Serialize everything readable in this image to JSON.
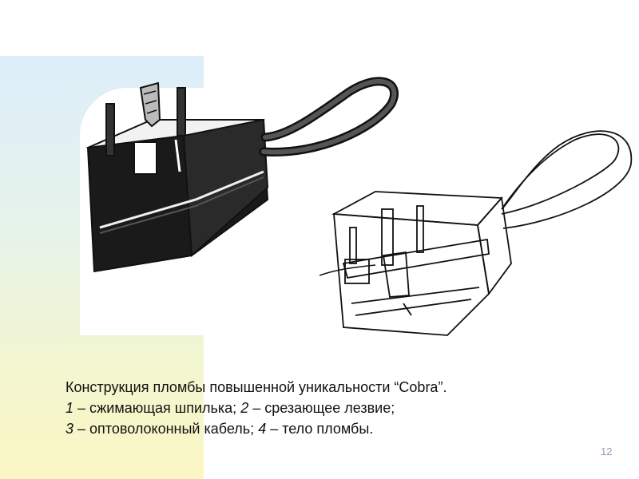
{
  "caption": {
    "line1": "Конструкция пломбы повышенной уникальности “Cobra”.",
    "line2_num1": "1",
    "line2_text1": " – сжимающая шпилька; ",
    "line2_num2": "2",
    "line2_text2": " – срезающее лезвие;",
    "line3_num1": "3",
    "line3_text1": " – оптоволоконный кабель; ",
    "line3_num2": "4",
    "line3_text2": " – тело пломбы."
  },
  "slide": {
    "page_number": "12"
  },
  "colors": {
    "ink": "#111111",
    "band_top": "#dceefa",
    "band_bottom": "#fbf7c4",
    "page_num": "#8aa0b8"
  }
}
